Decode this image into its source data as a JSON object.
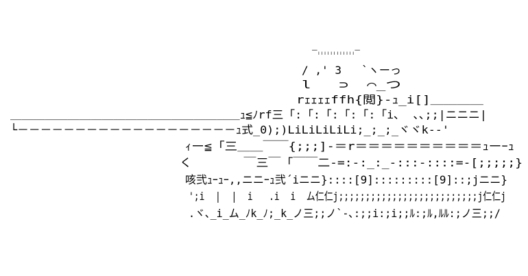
{
  "ascii_art": {
    "lines": [
      "￣''''''''''''￣",
      "/ ,' 3   `ヽーっ",
      "l   ⊃  ⌒_つ",
      "rｪｪｪｪffh{閲}-ｭ_i[]＿＿＿＿",
      "＿＿＿＿＿＿＿＿＿＿＿＿＿＿＿＿＿＿＿＿ｭ≦ﾉrf三「:「:「:「:「:「i､  ､､;;|ニニニ|",
      "└－－－－－－－－－－－－－－－－－－－ｭ式_0);)LiLiLiLiLi;_;_;_ヾヾk--'",
      "ｨー≦「三＿＿￣￣{;;;]-＝r＝＝＝＝＝＝＝＝＝＝ｭーｰｭ",
      "く       ￣三￣「￣￣二-=:-:_:_-:::-::::=-[;;;;;}",
      "咳弐ｭｰｭｰ,,ニニｰｭ弐´iニニ}::::[9]:::::::::[9]::;jニニ}",
      "';i  |  |  i   .i  i  ム仁仁j;;;;;;;;;;;;;;;;;;;;;;;;;;j仁仁j",
      ".ヾ､_i_ム_ﾉk_ﾉ;_k_ノ三;;ノ`-､:;;i:;i;;ﾙ:;ﾙ,ﾙﾙ:;ノ三;;/"
    ]
  }
}
